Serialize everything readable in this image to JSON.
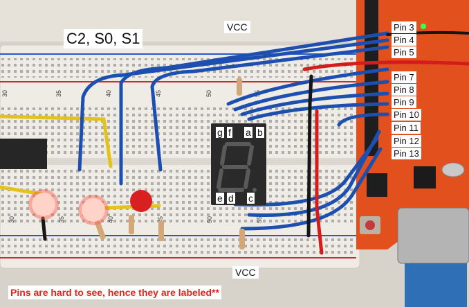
{
  "labels": {
    "top_group": "C2, S0, S1",
    "vcc_top": "VCC",
    "vcc_bottom": "VCC",
    "pins": [
      "Pin 3",
      "Pin 4",
      "Pin 5",
      "Pin 7",
      "Pin 8",
      "Pin 9",
      "Pin 10",
      "Pin 11",
      "Pin 12",
      "Pin 13"
    ],
    "segments_top": [
      "g",
      "f",
      "a",
      "b"
    ],
    "segments_bottom": [
      "e",
      "d",
      "c"
    ]
  },
  "breadboard_numbers": [
    "30",
    "35",
    "40",
    "45",
    "50",
    "55",
    "30",
    "35",
    "40",
    "45",
    "50",
    "55"
  ],
  "note": "Pins are hard to see, hence they are labeled**"
}
